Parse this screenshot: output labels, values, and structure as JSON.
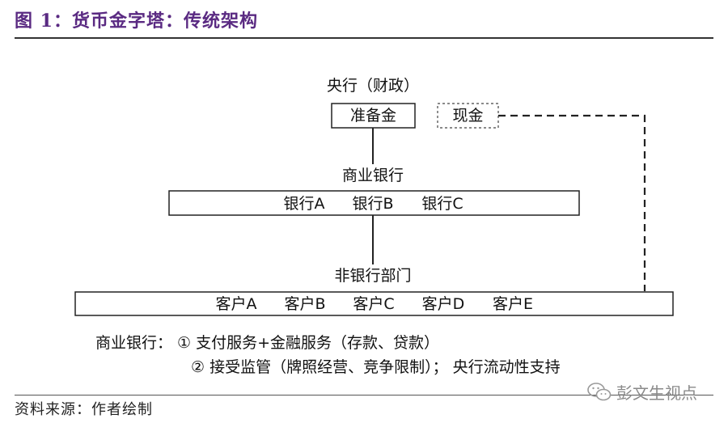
{
  "header": {
    "title": "图 1：货币金字塔：传统架构"
  },
  "diagram": {
    "central_bank_label": "央行（财政）",
    "reserve_box": "准备金",
    "cash_box": "现金",
    "commercial_banks_label": "商业银行",
    "banks": [
      "银行A",
      "银行B",
      "银行C"
    ],
    "nonbank_label": "非银行部门",
    "customers": [
      "客户A",
      "客户B",
      "客户C",
      "客户D",
      "客户E"
    ]
  },
  "legend": {
    "line1": "商业银行： ① 支付服务+金融服务（存款、贷款）",
    "line2": "② 接受监管（牌照经营、竞争限制）； 央行流动性支持"
  },
  "footer": {
    "source": "资料来源：作者绘制",
    "watermark": "彭文生视点",
    "watermark_icon": "wechat-icon"
  }
}
